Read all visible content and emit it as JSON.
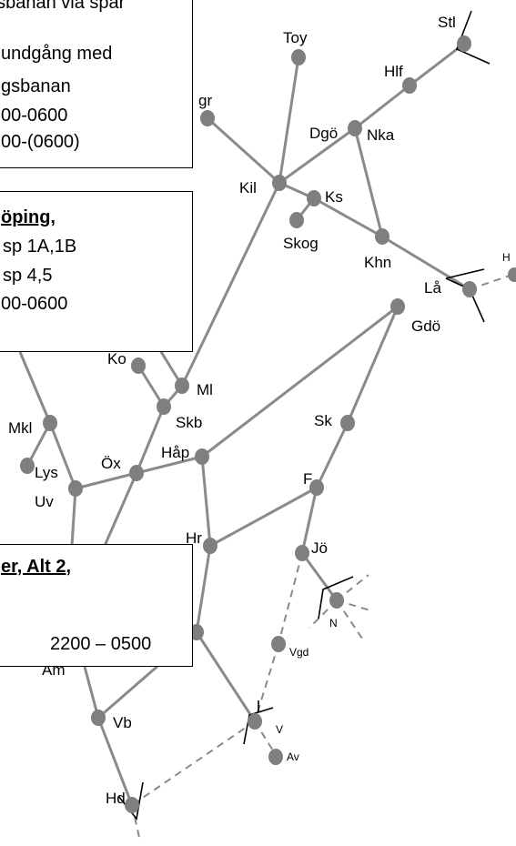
{
  "colors": {
    "track": "#8a8a8a",
    "node": "#7f7f7f",
    "box_border": "#000000"
  },
  "stations": [
    {
      "id": "Stl",
      "label": "Stl"
    },
    {
      "id": "Toy",
      "label": "Toy"
    },
    {
      "id": "Hlf",
      "label": "Hlf"
    },
    {
      "id": "gr",
      "label": "gr"
    },
    {
      "id": "Dgo",
      "label": "Dgö"
    },
    {
      "id": "Nka",
      "label": "Nka"
    },
    {
      "id": "Kil",
      "label": "Kil"
    },
    {
      "id": "Ks",
      "label": "Ks"
    },
    {
      "id": "Skog",
      "label": "Skog"
    },
    {
      "id": "Khn",
      "label": "Khn"
    },
    {
      "id": "La",
      "label": "Lå"
    },
    {
      "id": "H",
      "label": "H"
    },
    {
      "id": "Gdo",
      "label": "Gdö"
    },
    {
      "id": "Ko",
      "label": "Ko"
    },
    {
      "id": "Ml",
      "label": "Ml"
    },
    {
      "id": "Skb",
      "label": "Skb"
    },
    {
      "id": "Sk",
      "label": "Sk"
    },
    {
      "id": "Mkl",
      "label": "Mkl"
    },
    {
      "id": "Hap",
      "label": "Håp"
    },
    {
      "id": "Ox",
      "label": "Öx"
    },
    {
      "id": "Lys",
      "label": "Lys"
    },
    {
      "id": "Uv",
      "label": "Uv"
    },
    {
      "id": "F",
      "label": "F"
    },
    {
      "id": "Hr",
      "label": "Hr"
    },
    {
      "id": "Jo",
      "label": "Jö"
    },
    {
      "id": "N",
      "label": "N"
    },
    {
      "id": "Vgd",
      "label": "Vgd"
    },
    {
      "id": "Am",
      "label": "Am"
    },
    {
      "id": "Vb",
      "label": "Vb"
    },
    {
      "id": "V",
      "label": "V"
    },
    {
      "id": "Av",
      "label": "Av"
    },
    {
      "id": "Hd",
      "label": "Hd"
    }
  ],
  "boxes": {
    "top": {
      "lines": [
        "gsbanan via spår",
        "undgång med",
        "gsbanan",
        "00-0600",
        "00-(0600)"
      ]
    },
    "mid": {
      "lines": [
        "öping,",
        "sp 1A,1B",
        "sp 4,5",
        "00-0600"
      ]
    },
    "bottom": {
      "lines": [
        "er, Alt 2,",
        "2200 – 0500"
      ]
    }
  }
}
